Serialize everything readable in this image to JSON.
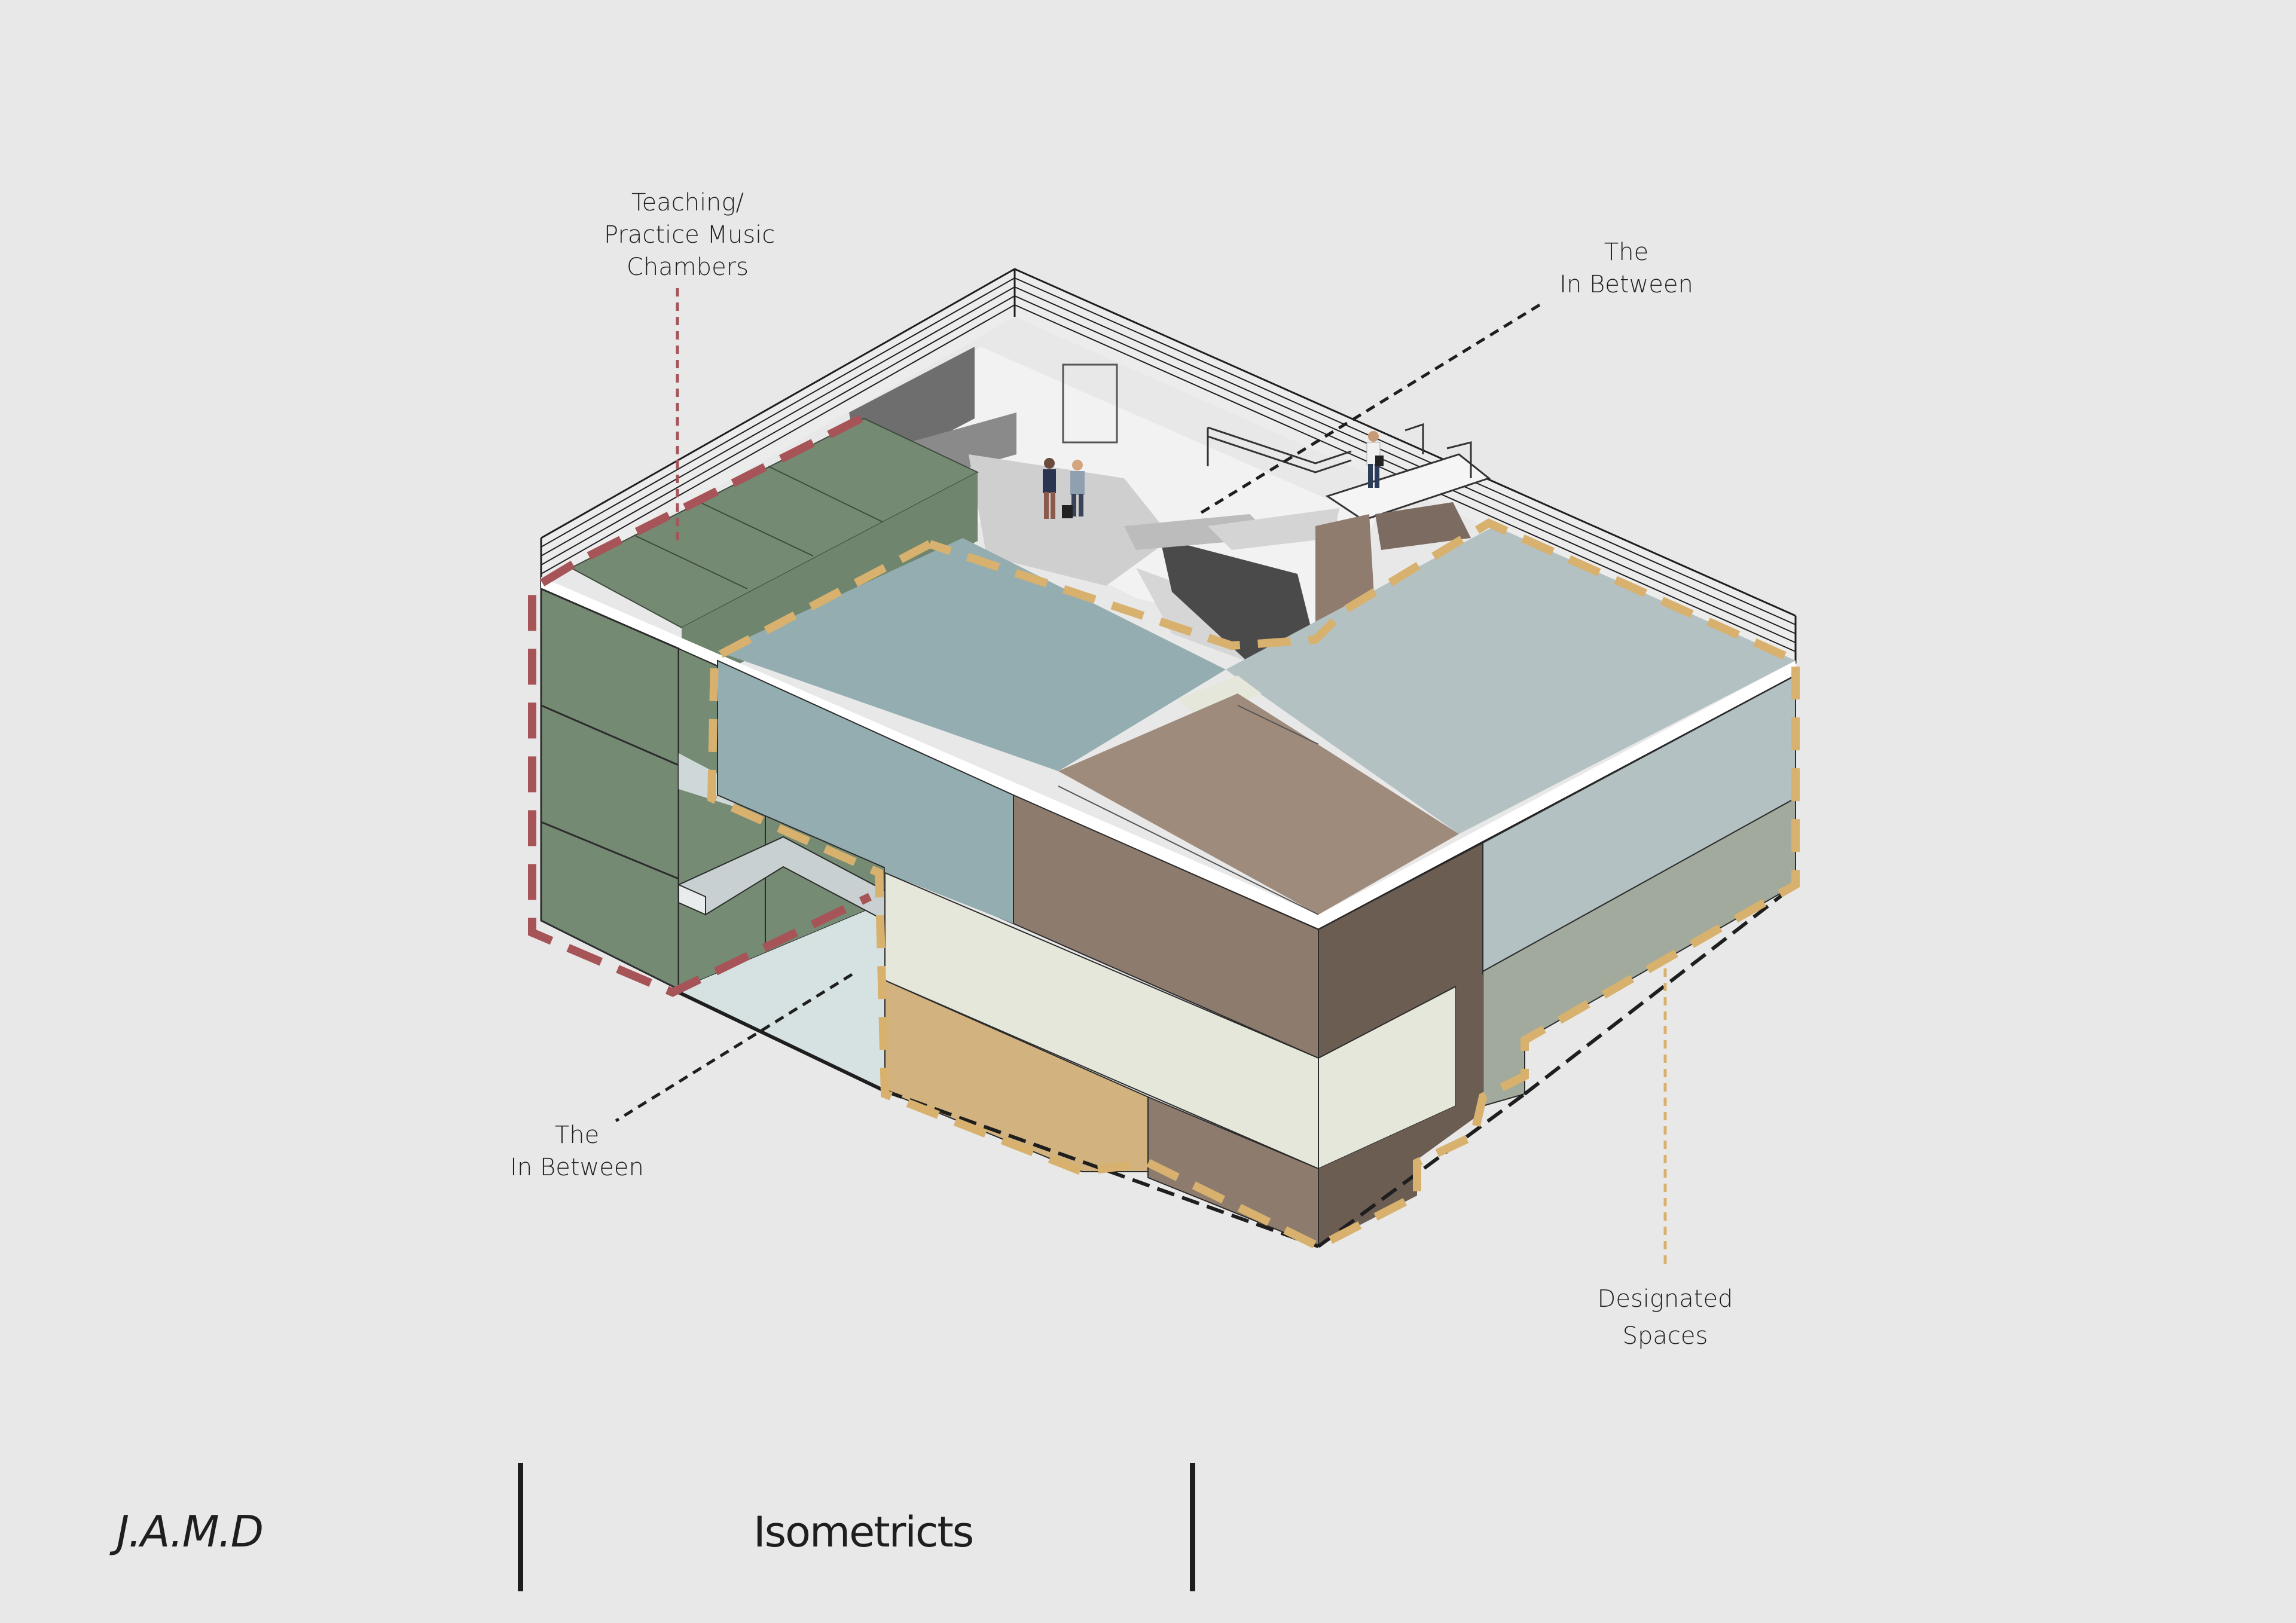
{
  "labels": {
    "teaching": [
      "Teaching/",
      "Practice Music",
      "Chambers"
    ],
    "in_between_top": [
      "The",
      "In Between"
    ],
    "in_between_bottom": [
      "The",
      "In Between"
    ],
    "designated": [
      "Designated",
      "Spaces"
    ]
  },
  "footer": {
    "brand": "J.A.M.D",
    "title": "Isometricts"
  },
  "colors": {
    "background": "#e8e8e8",
    "green_chambers": "#748a73",
    "blue_grey": "#94adb1",
    "light_blue_grey": "#b3c1c3",
    "brown_light": "#9e8b7c",
    "brown_mid": "#8d7b6d",
    "brown_dark": "#6c5d53",
    "cream": "#e5e7da",
    "tan": "#d2b27e",
    "sage": "#a1aa9c",
    "outline_red": "#a65458",
    "outline_gold": "#d7b16d"
  }
}
